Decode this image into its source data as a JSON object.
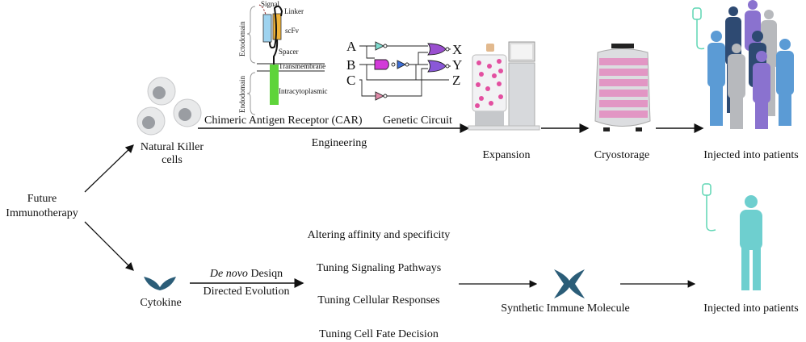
{
  "root": {
    "line1": "Future",
    "line2": "Immunotherapy"
  },
  "top": {
    "nk_line1": "Natural Killer",
    "nk_line2": "cells",
    "car_label": "Chimeric Antigen Receptor (CAR)",
    "circuit_label": "Genetic Circuit",
    "engineering": "Engineering",
    "car_parts": {
      "ectodomain": "Ectodomain",
      "endodomain": "Endodomain",
      "signal": "Signal",
      "linker": "Linker",
      "scfv": "scFv",
      "spacer": "Spacer",
      "transmembrane": "Transmembrane",
      "intracytoplasmic": "Intracytoplasmic"
    },
    "circuit": {
      "inputs": [
        "A",
        "B",
        "C"
      ],
      "outputs": [
        "X",
        "Y",
        "Z"
      ]
    },
    "expansion": "Expansion",
    "cryostorage": "Cryostorage",
    "injected": "Injected into patients"
  },
  "bottom": {
    "cytokine": "Cytokine",
    "method_italic": "De novo",
    "method_rest": " Desiqn",
    "method2": "Directed Evolution",
    "goals": [
      "Altering affinity and specificity",
      "Tuning Signaling Pathways",
      "Tuning Cellular Responses",
      "Tuning Cell Fate Decision"
    ],
    "synthetic": "Synthetic Immune Molecule",
    "injected": "Injected into patients"
  },
  "colors": {
    "cytokine": "#2b5d78",
    "people_blue": "#5b9bd5",
    "people_navy": "#2e4a72",
    "people_purple": "#8a72cf",
    "people_gray": "#b7b9bd",
    "iv_teal": "#5fd6b4",
    "patient_single": "#6ecfcf"
  }
}
